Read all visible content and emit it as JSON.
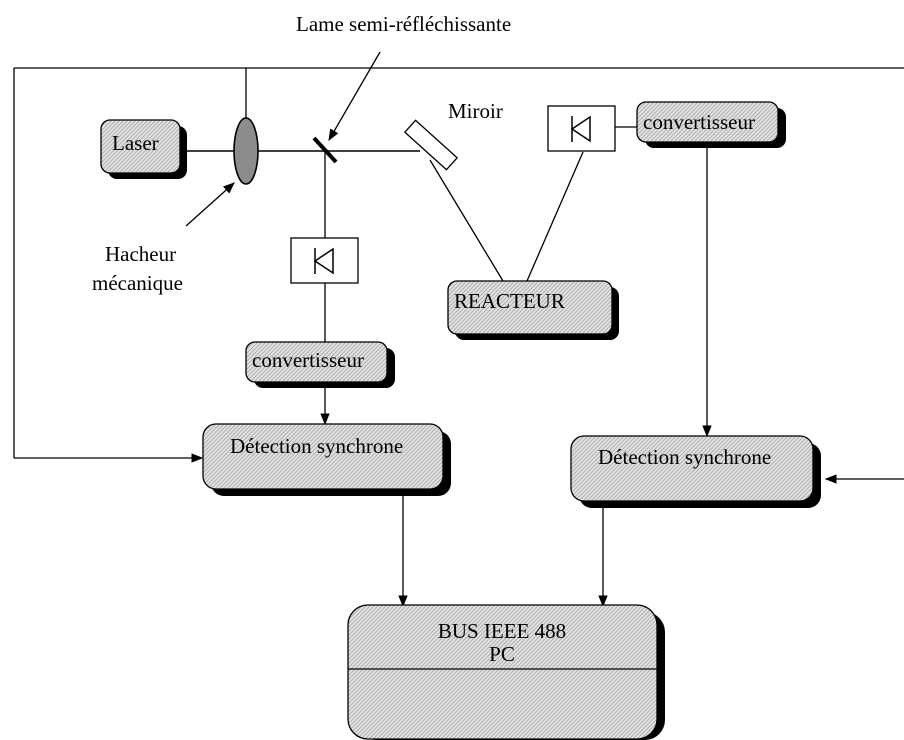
{
  "labels": {
    "beam_splitter": "Lame semi-réfléchissante",
    "mirror": "Miroir",
    "chopper_line1": "Hacheur",
    "chopper_line2": "mécanique"
  },
  "boxes": {
    "laser": "Laser",
    "converter_right": "convertisseur",
    "reactor": "REACTEUR",
    "converter_left": "convertisseur",
    "sync_left": "Détection synchrone",
    "sync_right": "Détection synchrone",
    "bus_line1": "BUS IEEE 488",
    "bus_line2": "PC"
  },
  "colors": {
    "box_fill": "#e4e4e4",
    "hatch": "#9a9a9a",
    "shadow": "#000000",
    "chopper_fill": "#8c8c8c"
  }
}
